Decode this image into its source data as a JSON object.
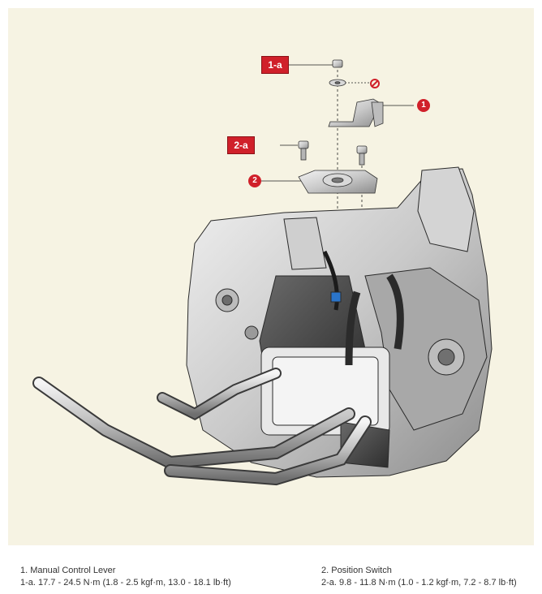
{
  "callouts": {
    "tag_1a": "1-a",
    "tag_2a": "2-a",
    "num_1": "1",
    "num_2": "2"
  },
  "legend": {
    "left_line1": "1. Manual Control Lever",
    "left_line2": "1-a. 17.7 - 24.5 N·m (1.8 - 2.5 kgf·m, 13.0 - 18.1 lb·ft)",
    "right_line1": "2. Position Switch",
    "right_line2": "2-a. 9.8 - 11.8 N·m (1.0 - 1.2 kgf·m, 7.2 - 8.7 lb·ft)"
  },
  "colors": {
    "accent": "#d0202a",
    "background": "#f6f3e3"
  },
  "icons": [
    "do-not-reuse-icon"
  ]
}
